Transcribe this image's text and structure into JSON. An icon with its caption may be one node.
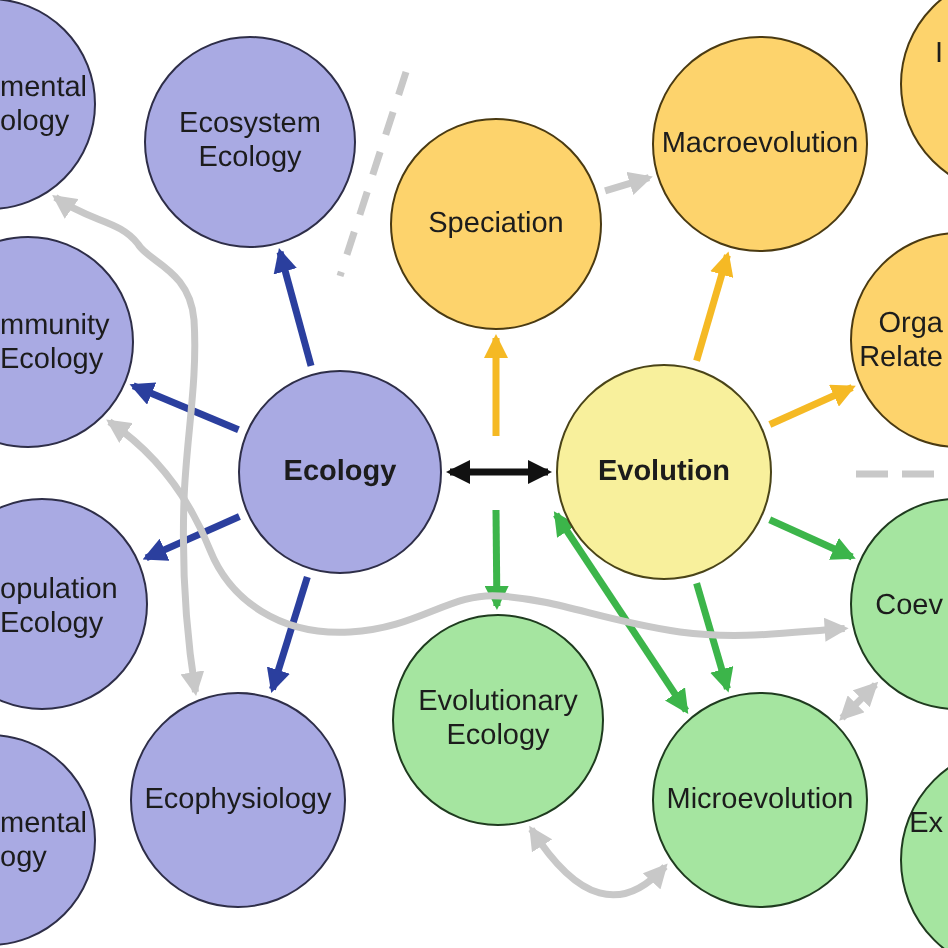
{
  "diagram": {
    "nodes": [
      {
        "text": [
          "mental ology"
        ]
      },
      {
        "text": [
          "Ecosystem Ecology"
        ]
      },
      {
        "text": [
          "Speciation"
        ]
      },
      {
        "text": [
          "Macroevolution"
        ]
      },
      {
        "text": [
          "I"
        ]
      },
      {
        "text": [
          "mmunity Ecology"
        ]
      },
      {
        "text": [
          "Orga Relate"
        ]
      },
      {
        "text": [
          "Ecology"
        ]
      },
      {
        "text": [
          "Evolution"
        ]
      },
      {
        "text": [
          "opulation Ecology"
        ]
      },
      {
        "text": [
          "Evolutionary Ecology"
        ]
      },
      {
        "text": [
          "Coev"
        ]
      },
      {
        "text": [
          "mental ogy"
        ]
      },
      {
        "text": [
          "Ecophysiology"
        ]
      },
      {
        "text": [
          "Microevolution"
        ]
      },
      {
        "text": [
          "Ex"
        ]
      }
    ],
    "edges": [
      {
        "from": 7,
        "to": 8,
        "arrow": "both",
        "color": "#111111"
      },
      {
        "from": 7,
        "to": 1,
        "arrow": "to",
        "color": "#2b3f9e"
      },
      {
        "from": 7,
        "to": 5,
        "arrow": "to",
        "color": "#2b3f9e"
      },
      {
        "from": 7,
        "to": 9,
        "arrow": "to",
        "color": "#2b3f9e"
      },
      {
        "from": 7,
        "to": 13,
        "arrow": "to",
        "color": "#2b3f9e"
      },
      {
        "from": null,
        "to": 2,
        "arrow": "to",
        "color": "#f5b924"
      },
      {
        "from": 8,
        "to": 3,
        "arrow": "to",
        "color": "#f5b924"
      },
      {
        "from": 8,
        "to": 6,
        "arrow": "to",
        "color": "#f5b924"
      },
      {
        "from": null,
        "to": 10,
        "arrow": "to",
        "color": "#3cb54a"
      },
      {
        "from": 14,
        "to": 8,
        "arrow": "both",
        "color": "#3cb54a"
      },
      {
        "from": 8,
        "to": 14,
        "arrow": "to",
        "color": "#3cb54a"
      },
      {
        "from": 8,
        "to": 11,
        "arrow": "to",
        "color": "#3cb54a"
      },
      {
        "from": 2,
        "to": 3,
        "arrow": "to",
        "color": "#c8c8c8"
      },
      {
        "from": 14,
        "to": 11,
        "arrow": "both",
        "color": "#c8c8c8"
      },
      {
        "from": 10,
        "to": 14,
        "arrow": "both",
        "color": "#c8c8c8"
      },
      {
        "from": 0,
        "to": 13,
        "arrow": "both",
        "color": "#c8c8c8"
      },
      {
        "from": 5,
        "to": 11,
        "arrow": "both",
        "color": "#c8c8c8"
      }
    ]
  }
}
